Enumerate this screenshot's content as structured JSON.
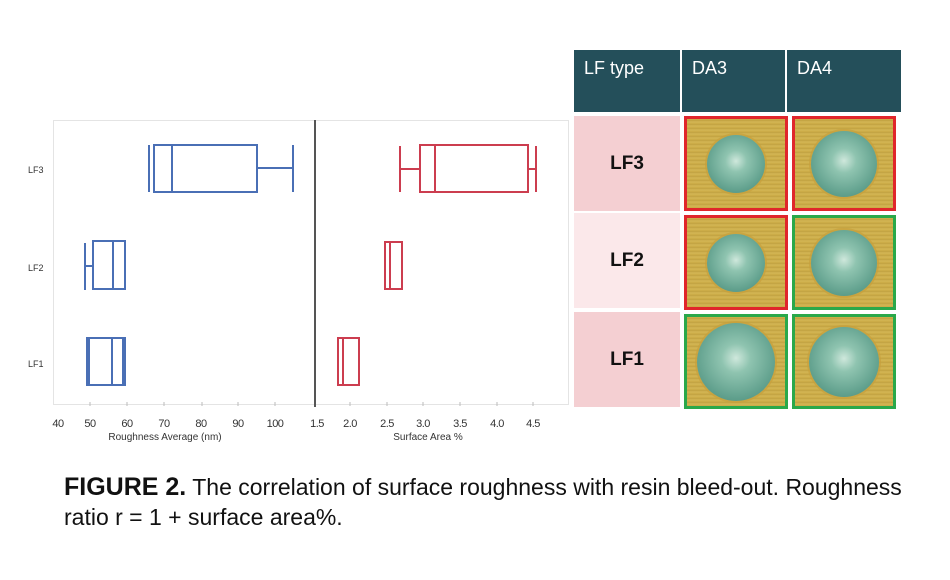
{
  "caption": {
    "label": "FIGURE 2.",
    "text": "The correlation of surface roughness with resin bleed-out. Roughness ratio r = 1 + surface area%."
  },
  "chart_data": [
    {
      "type": "boxplot",
      "orientation": "horizontal",
      "title": "",
      "xlabel": "Roughness Average (nm)",
      "ylabel": "",
      "categories": [
        "LF1",
        "LF2",
        "LF3"
      ],
      "xlim": [
        40,
        105
      ],
      "xticks": [
        "40",
        "50",
        "60",
        "70",
        "80",
        "90",
        "100"
      ],
      "color": "#4a6fb5",
      "boxes": [
        {
          "category": "LF3",
          "min": 66,
          "q1": 67.5,
          "median": 72,
          "q3": 95,
          "max": 105
        },
        {
          "category": "LF2",
          "min": 49,
          "q1": 51,
          "median": 56,
          "q3": 59.5,
          "max": 59.5
        },
        {
          "category": "LF1",
          "min": 49.5,
          "q1": 49.5,
          "median": 56,
          "q3": 59.5,
          "max": 59.5
        }
      ],
      "grid": false
    },
    {
      "type": "boxplot",
      "orientation": "horizontal",
      "title": "",
      "xlabel": "Surface Area %",
      "ylabel": "",
      "categories": [
        "LF1",
        "LF2",
        "LF3"
      ],
      "xlim": [
        1.5,
        4.9
      ],
      "xticks": [
        "1.5",
        "2.0",
        "2.5",
        "3.0",
        "3.5",
        "4.0",
        "4.5"
      ],
      "color": "#cc3d4f",
      "boxes": [
        {
          "category": "LF3",
          "min": 2.7,
          "q1": 2.95,
          "median": 3.15,
          "q3": 4.45,
          "max": 4.55
        },
        {
          "category": "LF2",
          "min": 2.5,
          "q1": 2.5,
          "median": 2.55,
          "q3": 2.7,
          "max": 2.7
        },
        {
          "category": "LF1",
          "min": 1.85,
          "q1": 1.85,
          "median": 1.92,
          "q3": 2.12,
          "max": 2.12
        }
      ],
      "grid": false
    },
    {
      "type": "table",
      "columns": [
        "LF type",
        "DA3",
        "DA4"
      ],
      "rows": [
        {
          "lf": "LF3",
          "DA3": "red",
          "DA4": "red"
        },
        {
          "lf": "LF2",
          "DA3": "red",
          "DA4": "green"
        },
        {
          "lf": "LF1",
          "DA3": "green",
          "DA4": "green"
        }
      ]
    }
  ],
  "plot": {
    "y_labels": [
      "LF3",
      "LF2",
      "LF1"
    ],
    "left_xticks": [
      "40",
      "50",
      "60",
      "70",
      "80",
      "90",
      "100"
    ],
    "right_xticks": [
      "1.5",
      "2.0",
      "2.5",
      "3.0",
      "3.5",
      "4.0",
      "4.5"
    ],
    "left_xlabel": "Roughness Average (nm)",
    "right_xlabel": "Surface Area %"
  },
  "table": {
    "headers": [
      "LF type",
      "DA3",
      "DA4"
    ],
    "rows": [
      {
        "label": "LF3",
        "da3": "red",
        "da4": "red"
      },
      {
        "label": "LF2",
        "da3": "red",
        "da4": "green"
      },
      {
        "label": "LF1",
        "da3": "green",
        "da4": "green"
      }
    ]
  },
  "colors": {
    "roughness": "#4a6fb5",
    "surface_area": "#cc3d4f",
    "table_header": "#244f5a",
    "fail_border": "#e0262b",
    "pass_border": "#2aa84a"
  }
}
